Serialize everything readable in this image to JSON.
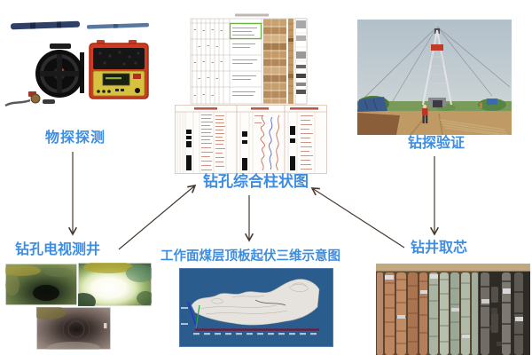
{
  "figure": {
    "background_color": "#ffffff",
    "label_color": "#3d8de2",
    "arrow_color": "#46382e",
    "nodes": {
      "geophysical_detection": {
        "label": "物探探测",
        "image": "geophysical-survey-equipment-photo"
      },
      "borehole_composite_log": {
        "label": "钻孔综合柱状图",
        "images": [
          "core-log-table-image",
          "composite-columnar-log-image"
        ]
      },
      "drilling_verification": {
        "label": "钻探验证",
        "image": "drilling-rig-field-photo"
      },
      "borehole_tv_logging": {
        "label": "钻孔电视测井",
        "images": [
          "borehole-tv-frame-1",
          "borehole-tv-frame-2",
          "borehole-tv-frame-3"
        ]
      },
      "coal_seam_roof_3d": {
        "label": "工作面煤层顶板起伏三维示意图",
        "image": "coal-roof-3d-surface-image"
      },
      "drill_core_sampling": {
        "label": "钻井取芯",
        "image": "drill-core-box-photo"
      }
    },
    "arrows": [
      {
        "from": "物探探测",
        "to": "钻孔电视测井"
      },
      {
        "from": "钻探验证",
        "to": "钻井取芯"
      },
      {
        "from": "钻孔电视测井",
        "to": "钻孔综合柱状图"
      },
      {
        "from": "钻井取芯",
        "to": "钻孔综合柱状图"
      },
      {
        "from": "钻孔综合柱状图",
        "to": "工作面煤层顶板起伏三维示意图"
      }
    ],
    "image_palette": {
      "log_table_core_brown": "#c49a68",
      "log_curve_red": "#cf6a55",
      "log_curve_blue": "#5a68c8",
      "green_highlight_cell": "#6db33f",
      "surface_background_blue": "#2b5c8e",
      "surface_baseline_red": "#7a1636",
      "case_red": "#cf3b20",
      "case_panel_yellow": "#d6c23e"
    }
  }
}
